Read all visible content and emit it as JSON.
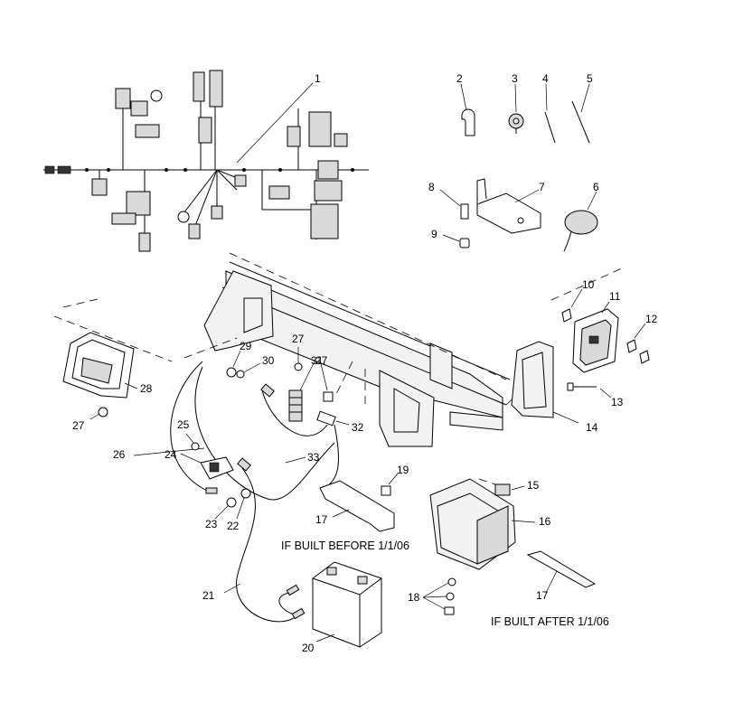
{
  "diagram": {
    "callouts": [
      "1",
      "2",
      "3",
      "4",
      "5",
      "6",
      "7",
      "8",
      "9",
      "10",
      "11",
      "12",
      "13",
      "14",
      "15",
      "16",
      "17",
      "17",
      "18",
      "19",
      "20",
      "21",
      "22",
      "23",
      "24",
      "25",
      "26",
      "27",
      "27",
      "27",
      "28",
      "29",
      "30",
      "31",
      "32",
      "33"
    ],
    "captions": {
      "before": "IF BUILT BEFORE 1/1/06",
      "after": "IF BUILT AFTER 1/1/06"
    }
  }
}
